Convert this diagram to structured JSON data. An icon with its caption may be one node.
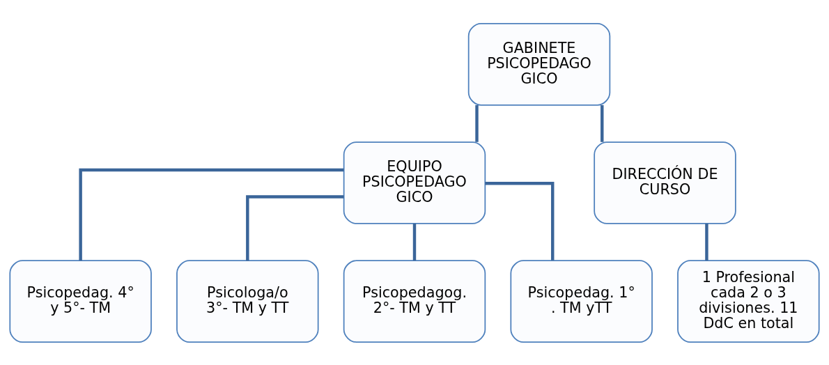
{
  "diagram": {
    "nodes": [
      {
        "text": [
          "GABINETE PSICOPEDAGO GICO"
        ]
      },
      {
        "text": [
          "EQUIPO PSICOPEDAGO GICO"
        ]
      },
      {
        "text": [
          "DIRECCIÓN DE CURSO"
        ]
      },
      {
        "text": [
          "Psicopedag. 4° y 5°- TM"
        ]
      },
      {
        "text": [
          "Psicologa/o 3°- TM y TT"
        ]
      },
      {
        "text": [
          "Psicopedagog. 2°- TM y TT"
        ]
      },
      {
        "text": [
          "Psicopedag. 1° . TM yTT"
        ]
      },
      {
        "text": [
          "1 Profesional cada 2 o 3 divisiones. 11 DdC en total"
        ]
      }
    ],
    "edges": [
      {
        "from": 0,
        "to": 1,
        "arrow": "none"
      },
      {
        "from": 0,
        "to": 2,
        "arrow": "none"
      },
      {
        "from": 1,
        "to": 3,
        "arrow": "none"
      },
      {
        "from": 1,
        "to": 4,
        "arrow": "none"
      },
      {
        "from": 1,
        "to": 5,
        "arrow": "none"
      },
      {
        "from": 1,
        "to": 6,
        "arrow": "none"
      },
      {
        "from": 2,
        "to": 7,
        "arrow": "none"
      }
    ]
  }
}
